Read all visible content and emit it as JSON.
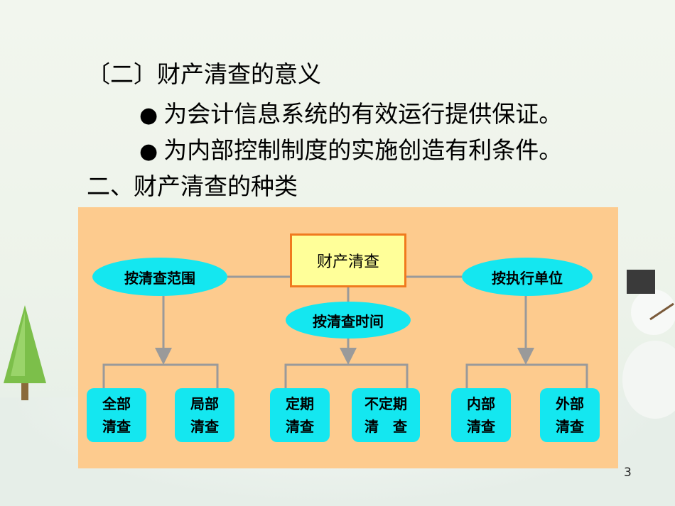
{
  "slide": {
    "heading_sub": "〔二〕财产清查的意义",
    "bullet_symbol": "●",
    "bullets": [
      "为会计信息系统的有效运行提供保证。",
      "为内部控制制度的实施创造有利条件。"
    ],
    "heading_main": "二、财产清查的种类",
    "page_number": "3"
  },
  "diagram": {
    "root": "财产清查",
    "categories": [
      {
        "label": "按清查范围",
        "children": [
          "全部\n清查",
          "局部\n清查"
        ]
      },
      {
        "label": "按清查时间",
        "children": [
          "定期\n清查",
          "不定期\n清　查"
        ]
      },
      {
        "label": "按执行单位",
        "children": [
          "内部\n清查",
          "外部\n清查"
        ]
      }
    ],
    "colors": {
      "panel": "#fdcb8e",
      "root_fill": "#ffff99",
      "root_border": "#f07a1e",
      "node_fill": "#14e7f0",
      "connector": "#9a9a9a"
    }
  }
}
